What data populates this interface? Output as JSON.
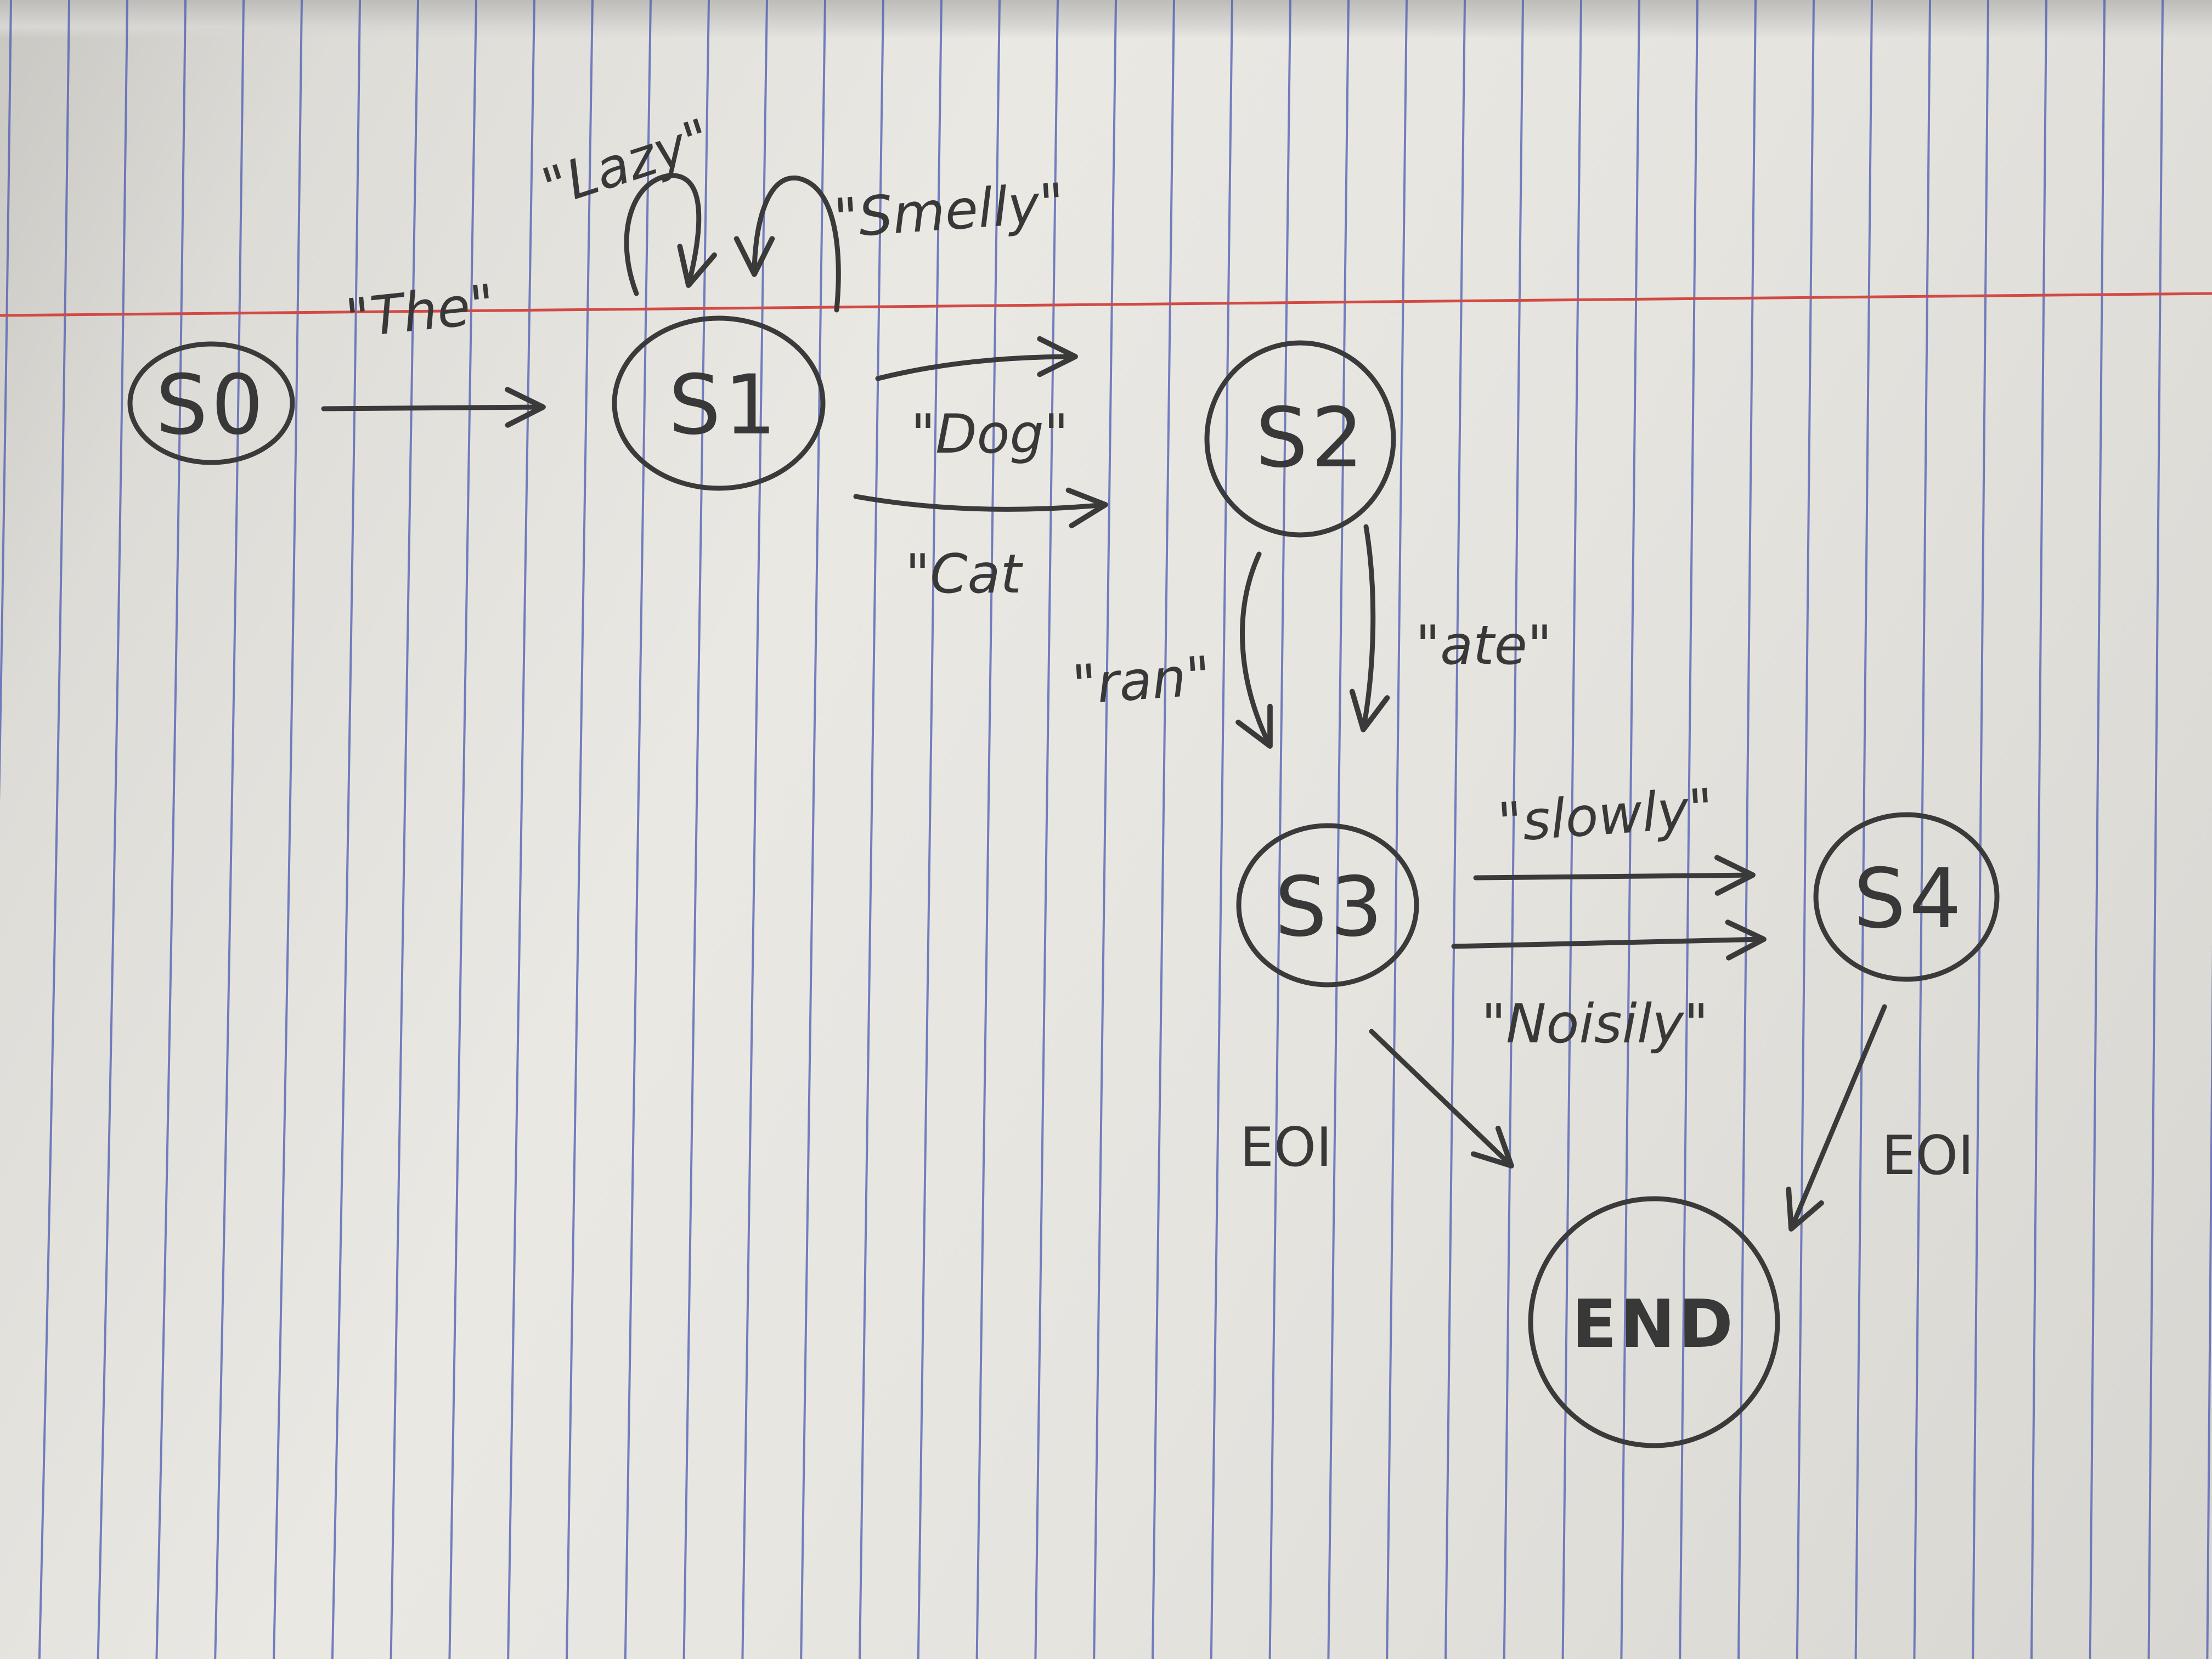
{
  "colors": {
    "paper": "#e6e4df",
    "rule_line": "#4a5ab0",
    "margin_line": "#d24a45",
    "ink": "#3a3a3a"
  },
  "nodes": {
    "s0": "S0",
    "s1": "S1",
    "s2": "S2",
    "s3": "S3",
    "s4": "S4",
    "end": "END"
  },
  "edges": {
    "the": "\"The\"",
    "lazy": "\"Lazy\"",
    "smelly": "\"Smelly\"",
    "dog": "\"Dog\"",
    "cat": "\"Cat",
    "ran": "\"ran\"",
    "ate": "\"ate\"",
    "slowly": "\"slowly\"",
    "noisily": "\"Noisily\"",
    "eoi_s3": "EOI",
    "eoi_s4": "EOI"
  }
}
